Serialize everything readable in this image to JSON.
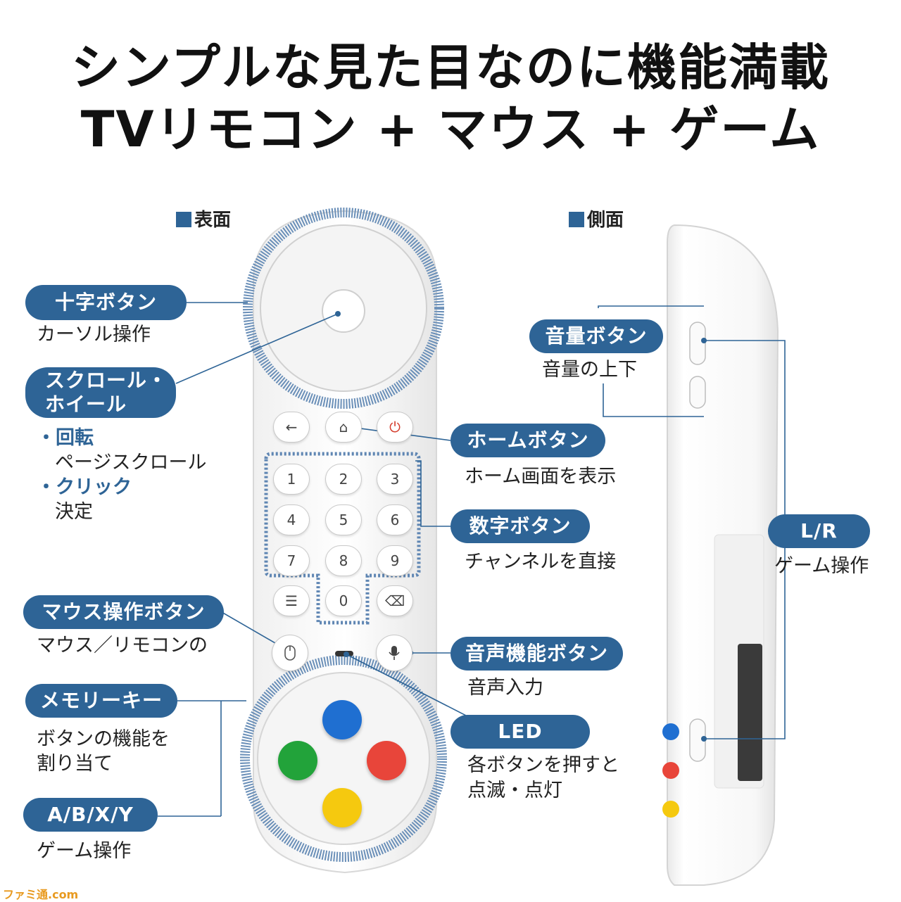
{
  "headline": {
    "line1": "シンプルな見た目なのに機能満載",
    "line2": "TVリモコン + マウス + ゲーム"
  },
  "sections": {
    "front": "表面",
    "side": "側面"
  },
  "labels": {
    "dpad": {
      "title": "十字ボタン",
      "desc": "カーソル操作"
    },
    "scroll": {
      "title_line1": "スクロール・",
      "title_line2": "ホイール",
      "bullet1": "・回転",
      "bullet1_desc": "ページスクロール",
      "bullet2": "・クリック",
      "bullet2_desc": "決定"
    },
    "mouse": {
      "title": "マウス操作ボタン",
      "desc": "マウス／リモコンの"
    },
    "memory": {
      "title": "メモリーキー",
      "desc_line1": "ボタンの機能を",
      "desc_line2": "割り当て"
    },
    "abxy": {
      "title": "A/B/X/Y",
      "desc": "ゲーム操作"
    },
    "home": {
      "title": "ホームボタン",
      "desc": "ホーム画面を表示"
    },
    "number": {
      "title": "数字ボタン",
      "desc": "チャンネルを直接"
    },
    "voice": {
      "title": "音声機能ボタン",
      "desc": "音声入力"
    },
    "led": {
      "title": "LED",
      "desc_line1": "各ボタンを押すと",
      "desc_line2": "点滅・点灯"
    },
    "volume": {
      "title": "音量ボタン",
      "desc": "音量の上下"
    },
    "lr": {
      "title": "L/R",
      "desc": "ゲーム操作"
    }
  },
  "remote_keys": {
    "back": "←",
    "home": "⌂",
    "power": "⏻",
    "digits": [
      "1",
      "2",
      "3",
      "4",
      "5",
      "6",
      "7",
      "8",
      "9",
      "0"
    ],
    "menu": "☰",
    "delete": "⌫",
    "mouse_icon": "mouse-icon",
    "mic_icon": "microphone-icon"
  },
  "colors": {
    "accent": "#2e6496",
    "face_blue": "#1f6fd1",
    "face_green": "#22a33a",
    "face_red": "#e8453a",
    "face_yellow": "#f5c90f",
    "power_red": "#d43a2a"
  },
  "watermark": "ファミ通.com"
}
